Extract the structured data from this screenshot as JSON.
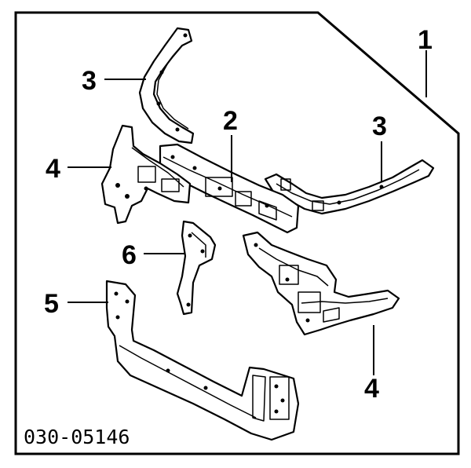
{
  "diagram": {
    "callouts": [
      {
        "id": "c1",
        "label": "1"
      },
      {
        "id": "c2",
        "label": "2"
      },
      {
        "id": "c3a",
        "label": "3"
      },
      {
        "id": "c3b",
        "label": "3"
      },
      {
        "id": "c4a",
        "label": "4"
      },
      {
        "id": "c4b",
        "label": "4"
      },
      {
        "id": "c5",
        "label": "5"
      },
      {
        "id": "c6",
        "label": "6"
      }
    ],
    "diagram_code": "030-05146"
  }
}
